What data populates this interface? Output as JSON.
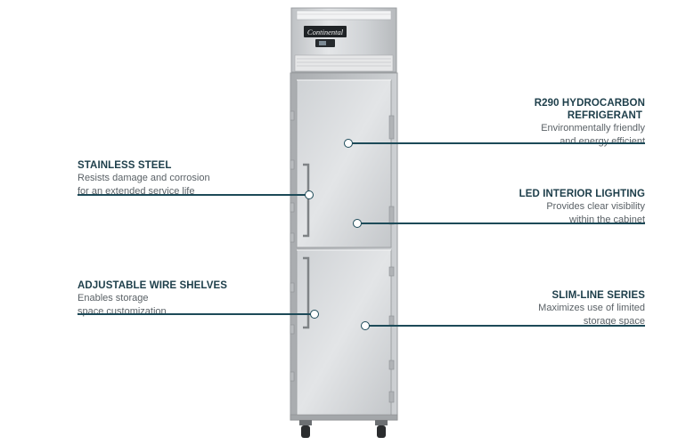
{
  "product": {
    "brand_logo": "Continental"
  },
  "features": [
    {
      "title": "STAINLESS STEEL",
      "desc1": "Resists damage and corrosion",
      "desc2": "for an extended service life"
    },
    {
      "title": "ADJUSTABLE WIRE SHELVES",
      "desc1": "Enables storage",
      "desc2": "space customization"
    },
    {
      "title": "R290 HYDROCARBON",
      "title2": "REFRIGERANT",
      "desc1": "Environmentally friendly",
      "desc2": "and energy efficient"
    },
    {
      "title": "LED INTERIOR LIGHTING",
      "desc1": "Provides clear visibility",
      "desc2": "within the cabinet"
    },
    {
      "title": "SLIM-LINE SERIES",
      "desc1": "Maximizes use of limited",
      "desc2": "storage space"
    }
  ],
  "colors": {
    "accent": "#1d4a58",
    "title": "#1d3e4a",
    "body_text": "#5a6166",
    "steel": "#d4d6d8"
  }
}
